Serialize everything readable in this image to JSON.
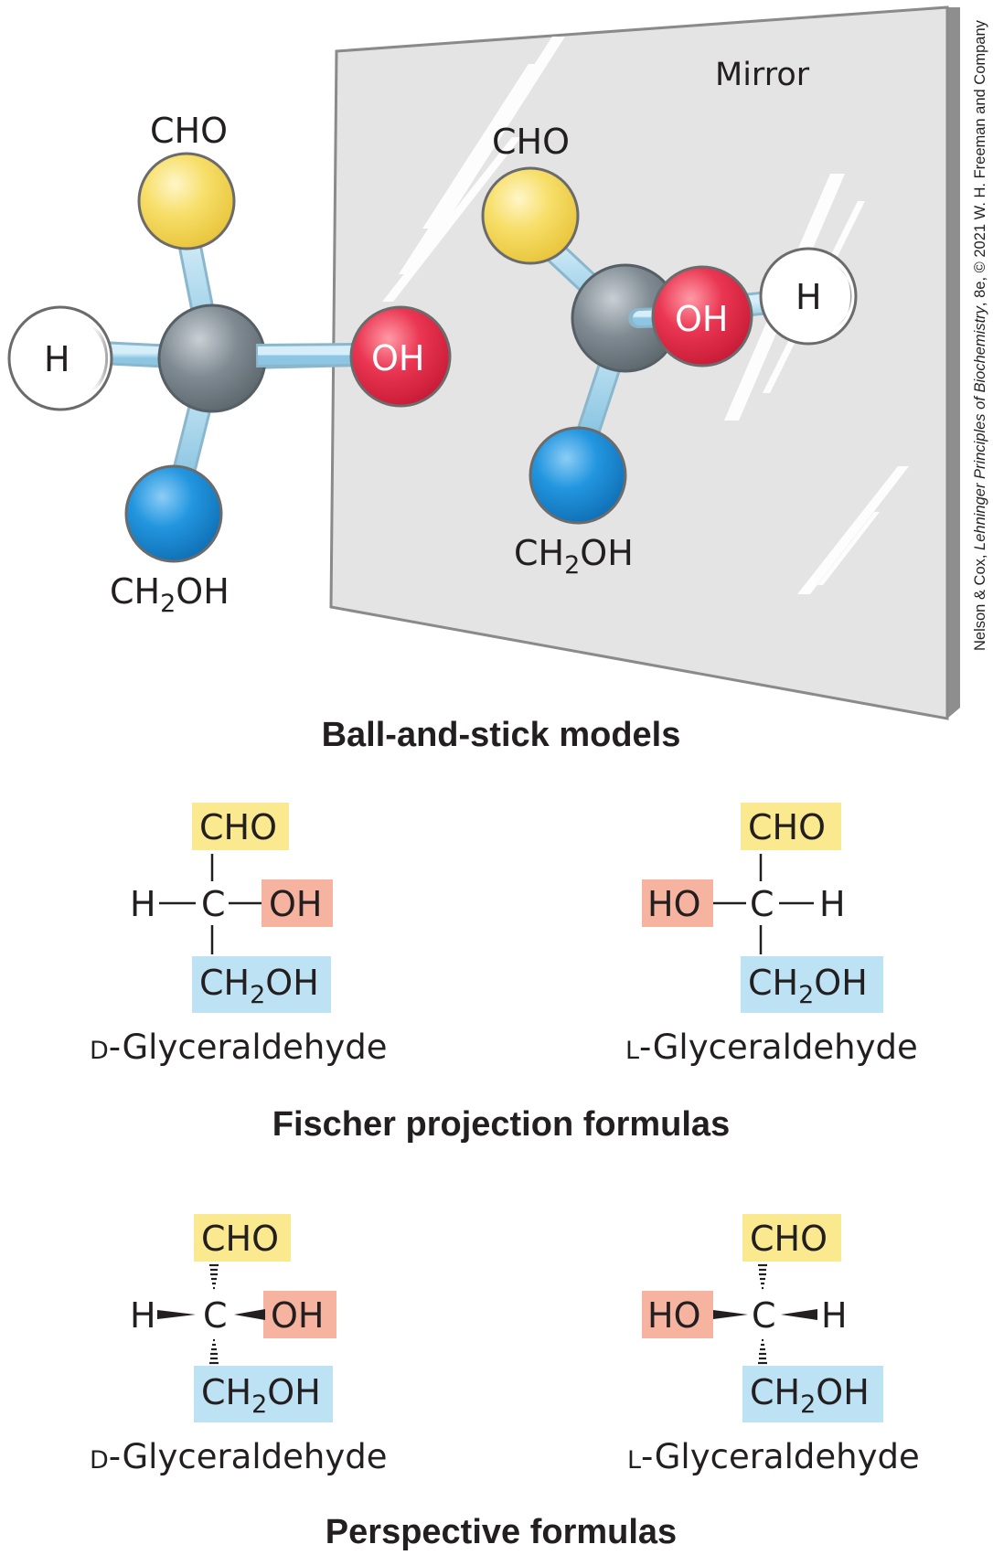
{
  "ball_and_stick": {
    "mirror_label": "Mirror",
    "left": {
      "top": "CHO",
      "left": "H",
      "right": "OH",
      "bottom_main": "CH",
      "bottom_sub": "2",
      "bottom_tail": "OH"
    },
    "right": {
      "top": "CHO",
      "right": "H",
      "front": "OH",
      "bottom_main": "CH",
      "bottom_sub": "2",
      "bottom_tail": "OH"
    },
    "caption": "Ball-and-stick models"
  },
  "fischer": {
    "d": {
      "top": "CHO",
      "left": "H",
      "center": "C",
      "right": "OH",
      "bottom_main": "CH",
      "bottom_sub": "2",
      "bottom_tail": "OH",
      "name_prefix": "D",
      "name_rest": "-Glyceraldehyde"
    },
    "l": {
      "top": "CHO",
      "left": "HO",
      "center": "C",
      "right": "H",
      "bottom_main": "CH",
      "bottom_sub": "2",
      "bottom_tail": "OH",
      "name_prefix": "L",
      "name_rest": "-Glyceraldehyde"
    },
    "caption": "Fischer projection formulas"
  },
  "perspective": {
    "d": {
      "top": "CHO",
      "left": "H",
      "center": "C",
      "right": "OH",
      "bottom_main": "CH",
      "bottom_sub": "2",
      "bottom_tail": "OH",
      "name_prefix": "D",
      "name_rest": "-Glyceraldehyde"
    },
    "l": {
      "top": "CHO",
      "left": "HO",
      "center": "C",
      "right": "H",
      "bottom_main": "CH",
      "bottom_sub": "2",
      "bottom_tail": "OH",
      "name_prefix": "L",
      "name_rest": "-Glyceraldehyde"
    },
    "caption": "Perspective formulas"
  },
  "credit": {
    "pre": "Nelson & Cox, ",
    "book": "Lehninger Principles of Biochemistry",
    "post": ", 8e, © 2021 W. H. Freeman and Company"
  },
  "colors": {
    "cho_yellow": "#f6dc61",
    "oh_red": "#e8304e",
    "ch2oh_blue": "#1e8fd8",
    "carbon_gray": "#7d8890",
    "hydrogen_white": "#ffffff",
    "bond_blue": "#a8d6ec",
    "mirror_gray": "#e3e3e3",
    "box_yellow": "#fbe98f",
    "box_salmon": "#f6b39f",
    "box_blue": "#bde2f4"
  }
}
